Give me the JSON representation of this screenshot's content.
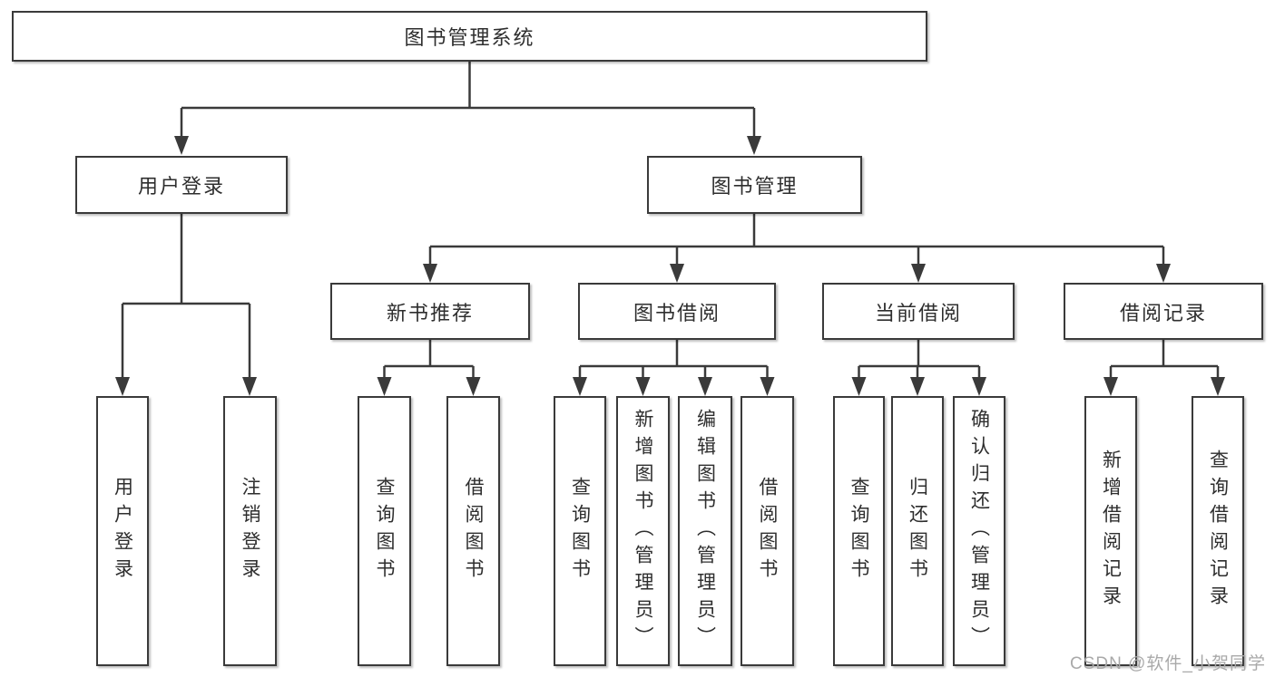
{
  "tree": {
    "label": "图书管理系统",
    "children": [
      {
        "label": "用户登录",
        "children": [
          {
            "label": "用户登录"
          },
          {
            "label": "注销登录"
          }
        ]
      },
      {
        "label": "图书管理",
        "children": [
          {
            "label": "新书推荐",
            "children": [
              {
                "label": "查询图书"
              },
              {
                "label": "借阅图书"
              }
            ]
          },
          {
            "label": "图书借阅",
            "children": [
              {
                "label": "查询图书"
              },
              {
                "label": "新增图书（管理员）"
              },
              {
                "label": "编辑图书（管理员）"
              },
              {
                "label": "借阅图书"
              }
            ]
          },
          {
            "label": "当前借阅",
            "children": [
              {
                "label": "查询图书"
              },
              {
                "label": "归还图书"
              },
              {
                "label": "确认归还（管理员）"
              }
            ]
          },
          {
            "label": "借阅记录",
            "children": [
              {
                "label": "新增借阅记录"
              },
              {
                "label": "查询借阅记录"
              }
            ]
          }
        ]
      }
    ]
  },
  "watermark": {
    "text": "CSDN @软件_小贺同学"
  },
  "colors": {
    "line": "#3a3a3a",
    "text": "#2e2e2e",
    "watermark_text": "#a9a9a9",
    "background": "#ffffff"
  }
}
